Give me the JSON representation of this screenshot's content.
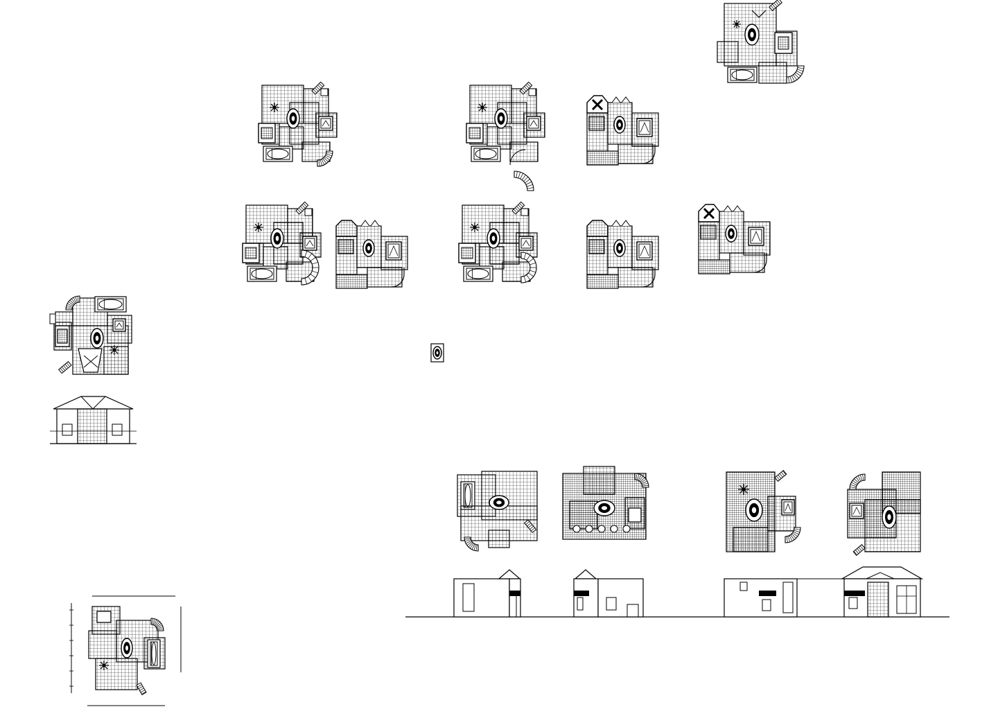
{
  "drawing": {
    "background": "#ffffff",
    "line_color": "#000000",
    "views": [
      {
        "kind": "floor-plan"
      },
      {
        "kind": "floor-plan"
      },
      {
        "kind": "floor-plan"
      },
      {
        "kind": "floor-plan"
      },
      {
        "kind": "floor-plan"
      },
      {
        "kind": "floor-plan"
      },
      {
        "kind": "floor-plan"
      },
      {
        "kind": "floor-plan"
      },
      {
        "kind": "floor-plan"
      },
      {
        "kind": "floor-plan"
      },
      {
        "kind": "floor-plan"
      },
      {
        "kind": "floor-plan"
      },
      {
        "kind": "floor-plan"
      },
      {
        "kind": "floor-plan"
      },
      {
        "kind": "floor-plan"
      },
      {
        "kind": "floor-plan"
      },
      {
        "kind": "floor-plan"
      },
      {
        "kind": "floor-plan"
      },
      {
        "kind": "elevation"
      },
      {
        "kind": "elevation"
      },
      {
        "kind": "elevation"
      },
      {
        "kind": "elevation"
      },
      {
        "kind": "elevation"
      },
      {
        "kind": "plan-block"
      }
    ]
  }
}
